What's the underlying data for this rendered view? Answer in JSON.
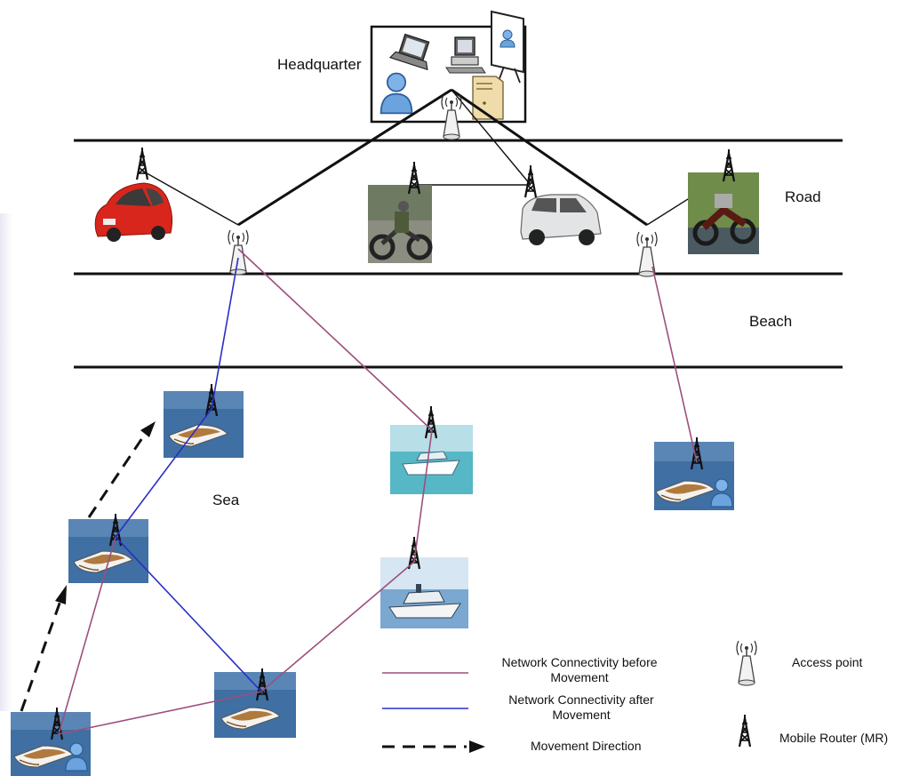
{
  "labels": {
    "headquarter": "Headquarter",
    "road": "Road",
    "beach": "Beach",
    "sea": "Sea"
  },
  "legend": {
    "before": "Network Connectivity before Movement",
    "before_line1": "Network Connectivity before",
    "before_line2": "Movement",
    "after": "Network Connectivity after Movement",
    "after_line1": "Network Connectivity after",
    "after_line2": "Movement",
    "direction": "Movement Direction",
    "access_point": "Access point",
    "mobile_router": "Mobile Router (MR)"
  },
  "colors": {
    "before_line": "#9c4f7d",
    "after_line": "#2a2ec4",
    "backbone": "#111111",
    "sea": "#3f6fa3",
    "boat_white": "#f4f2ee",
    "car_red": "#d8261c"
  },
  "icons": [
    "access-point-icon",
    "mobile-router-icon",
    "laptop-icon",
    "desktop-icon",
    "server-icon",
    "user-icon",
    "whiteboard-icon",
    "car-icon",
    "motorbike-icon",
    "boat-icon",
    "yacht-icon"
  ]
}
